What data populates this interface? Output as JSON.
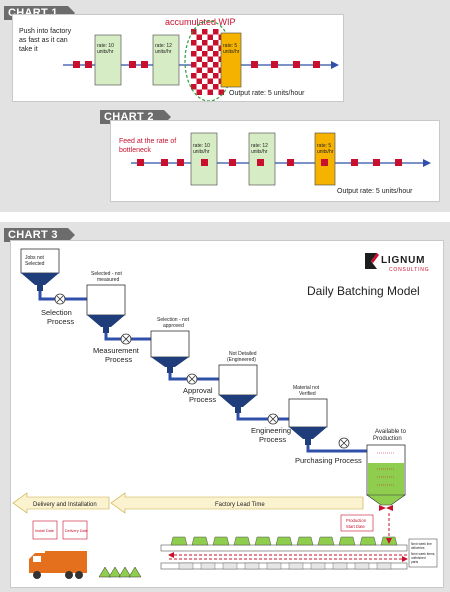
{
  "chart1": {
    "tag": "CHART 1",
    "push_label": [
      "Push into factory",
      "as fast as it can",
      "take it"
    ],
    "wip_label": "accumulated WIP",
    "stations": [
      {
        "rate": [
          "rate: 10",
          "units/hr"
        ]
      },
      {
        "rate": [
          "rate: 12",
          "units/hr"
        ]
      },
      {
        "rate": [
          "rate: 5",
          "units/hr"
        ]
      }
    ],
    "output": "Output rate: 5 units/hour"
  },
  "chart2": {
    "tag": "CHART 2",
    "feed_label": [
      "Feed at the rate of",
      "bottleneck"
    ],
    "stations": [
      {
        "rate": [
          "rate: 10",
          "units/hr"
        ]
      },
      {
        "rate": [
          "rate: 12",
          "units/hr"
        ]
      },
      {
        "rate": [
          "rate: 5",
          "units/hr"
        ]
      }
    ],
    "output": "Output rate: 5 units/hour"
  },
  "chart3": {
    "tag": "CHART 3",
    "logo": {
      "name": "LIGNUM",
      "sub": "CONSULTING"
    },
    "title": "Daily Batching Model",
    "hoppers": [
      {
        "label": [
          "Jobs not",
          "Selected"
        ]
      },
      {
        "label": [
          "Selected - not",
          "measured"
        ]
      },
      {
        "label": [
          "Selection - not",
          "approved"
        ]
      },
      {
        "label": [
          "Not Detailed",
          "(Engineered)"
        ]
      },
      {
        "label": [
          "Material not",
          "Verified"
        ]
      }
    ],
    "processes": [
      {
        "label": [
          "Selection",
          "Process"
        ]
      },
      {
        "label": [
          "Measurement",
          "Process"
        ]
      },
      {
        "label": [
          "Approval",
          "Process"
        ]
      },
      {
        "label": [
          "Engineering",
          "Process"
        ]
      },
      {
        "label": [
          "Purchasing  Process"
        ]
      }
    ],
    "available_label": [
      "Available to",
      "Production"
    ],
    "delivery_arrow": "Delivery and Installation",
    "lead_time_arrow": "Factory Lead Time",
    "install_date": "Install Date",
    "delivery_date": "Delivery Date",
    "production_start": [
      "Production",
      "Start Date"
    ],
    "buffer_note": [
      "Next week line",
      "deliveries",
      "Next week items,",
      "unfinished",
      "parts"
    ],
    "colors": {
      "red": "#c8102e",
      "green": "#8fcd4f",
      "gold": "#f5b300",
      "navy": "#1f3d7a",
      "blue": "#2f4fa8",
      "station": "#d6ecc4"
    }
  }
}
